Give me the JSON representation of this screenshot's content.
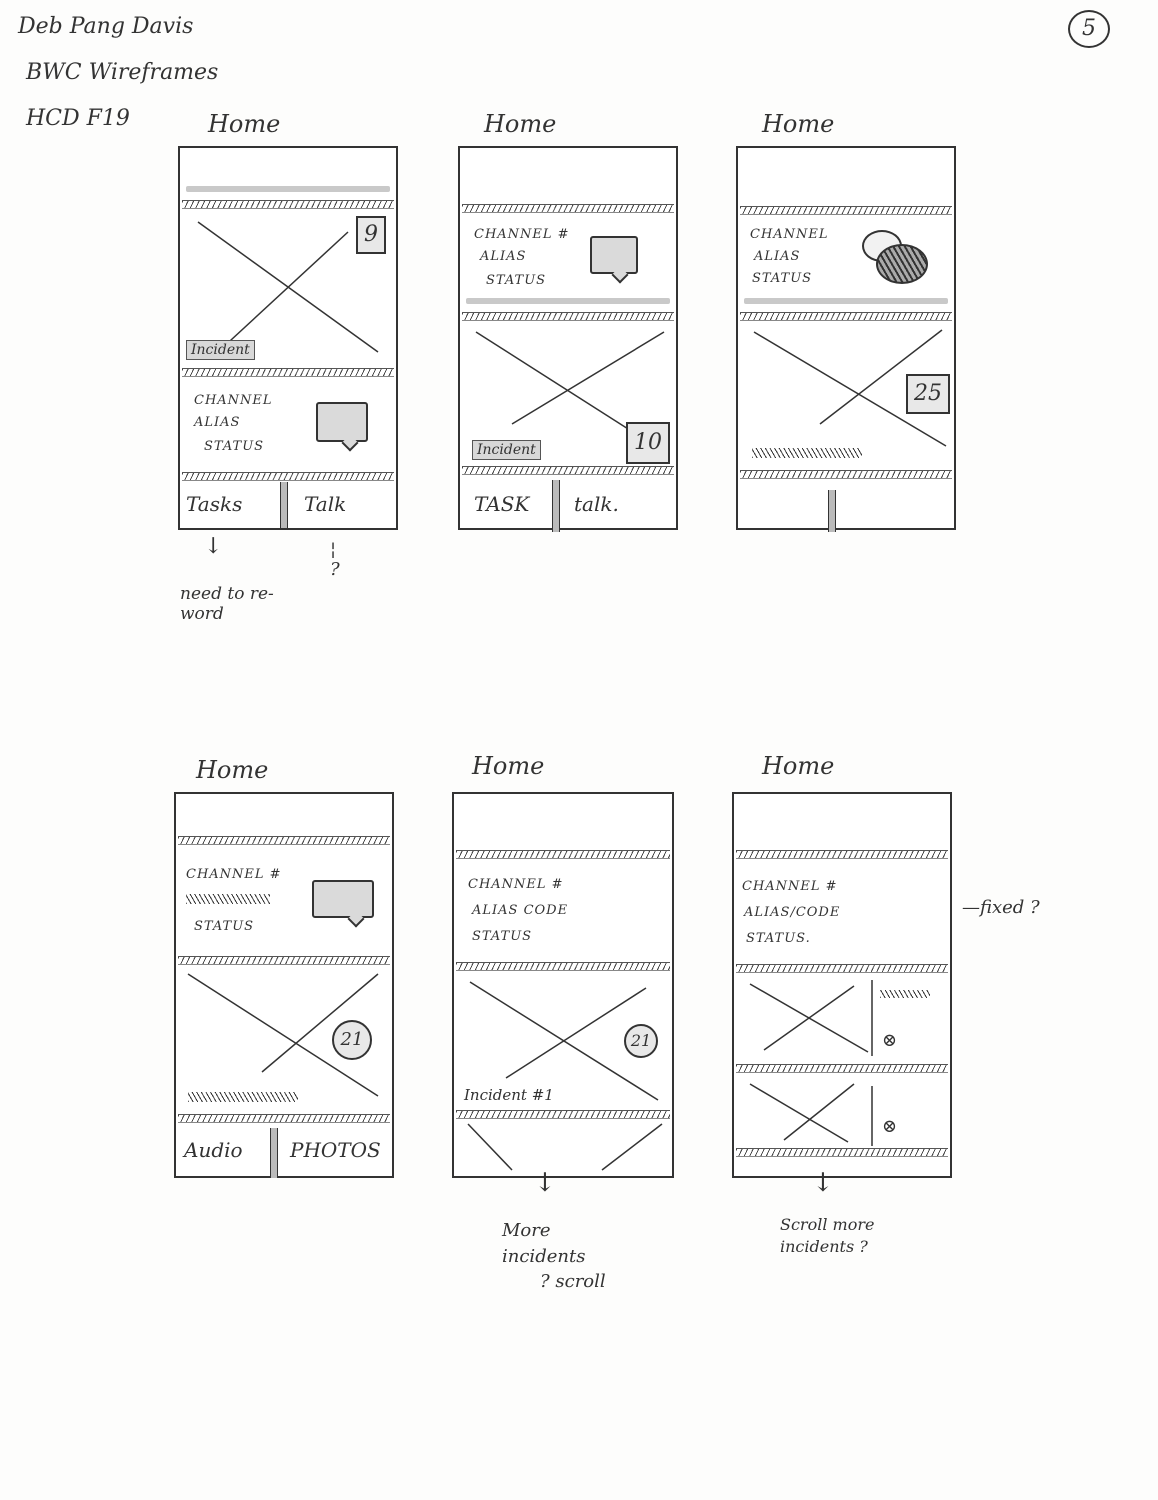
{
  "header": {
    "author": "Deb Pang Davis",
    "subject": "BWC Wireframes",
    "course": "HCD F19",
    "page_number": "5"
  },
  "frames": [
    {
      "title": "Home",
      "channel": "CHANNEL",
      "alias": "ALIAS",
      "status": "STATUS",
      "incident": "Incident",
      "count": "9",
      "tab_left": "Tasks",
      "tab_right": "Talk"
    },
    {
      "title": "Home",
      "channel": "CHANNEL #",
      "alias": "ALIAS",
      "status": "STATUS",
      "incident": "Incident",
      "count": "10",
      "tab_left": "TASK",
      "tab_right": "talk."
    },
    {
      "title": "Home",
      "channel": "CHANNEL",
      "alias": "ALIAS",
      "status": "STATUS",
      "count": "25"
    },
    {
      "title": "Home",
      "channel": "CHANNEL #",
      "status": "STATUS",
      "count": "21",
      "tab_left": "Audio",
      "tab_right": "PHOTOS"
    },
    {
      "title": "Home",
      "channel": "CHANNEL #",
      "alias": "ALIAS CODE",
      "status": "STATUS",
      "incident": "Incident #1",
      "count": "21"
    },
    {
      "title": "Home",
      "channel": "CHANNEL #",
      "alias": "ALIAS/CODE",
      "status": "STATUS."
    }
  ],
  "notes": {
    "rename": "need to re-word",
    "question": "?",
    "more_incidents": "More incidents",
    "scroll_question": "? scroll",
    "scroll_more": "Scroll more incidents ?",
    "fixed": "—fixed ?"
  },
  "icons": [
    "chat-bubble-icon",
    "arrow-down-icon",
    "close-circle-icon",
    "image-placeholder-icon"
  ]
}
